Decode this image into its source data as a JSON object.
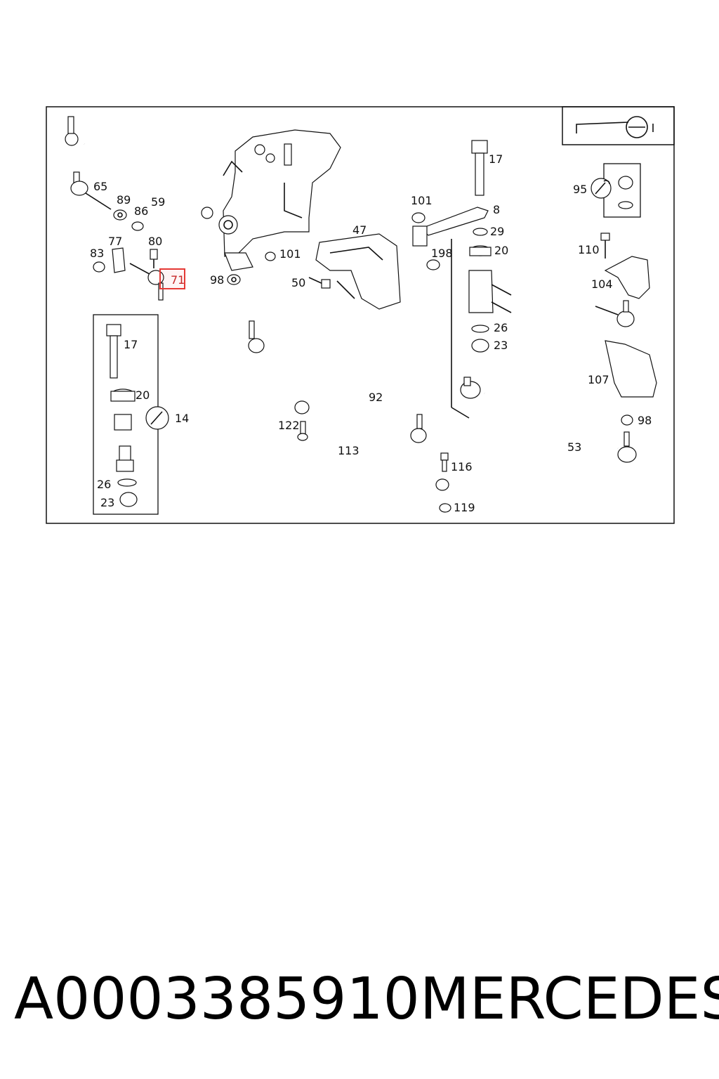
{
  "diagram": {
    "highlighted_part": "71",
    "highlight_color": "#e53935",
    "labels": {
      "l17a": "17",
      "l101a": "101",
      "l8": "8",
      "l29": "29",
      "l198": "198",
      "l20a": "20",
      "l95": "95",
      "l110": "110",
      "l104": "104",
      "l65": "65",
      "l89": "89",
      "l59": "59",
      "l86": "86",
      "l77": "77",
      "l80": "80",
      "l83": "83",
      "l71": "71",
      "l47": "47",
      "l101b": "101",
      "l98a": "98",
      "l50": "50",
      "l26a": "26",
      "l23a": "23",
      "l107": "107",
      "l17b": "17",
      "l20b": "20",
      "l14": "14",
      "l26b": "26",
      "l23b": "23",
      "l92": "92",
      "l122": "122",
      "l113": "113",
      "l116": "116",
      "l119": "119",
      "l98b": "98",
      "l53": "53"
    }
  },
  "footer": {
    "part_number": "A0003385910",
    "brand": "MERCEDES"
  }
}
